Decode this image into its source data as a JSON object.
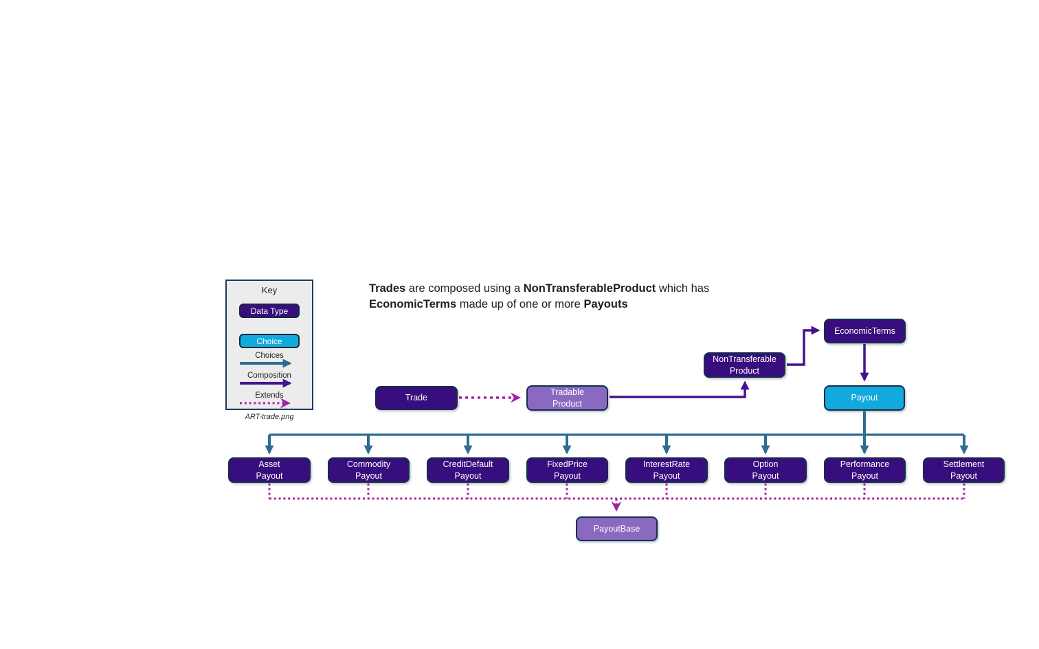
{
  "title": {
    "segments": [
      {
        "text": "Trades"
      },
      {
        "text": " are composed using a "
      },
      {
        "text": "NonTransferableProduct"
      },
      {
        "text": " which has "
      },
      {
        "text": "EconomicTerms"
      },
      {
        "text": " made up of one or more "
      },
      {
        "text": "Payouts"
      }
    ]
  },
  "key": {
    "title": "Key",
    "data_type_label": "Data Type",
    "choice_label": "Choice",
    "choices_label": "Choices",
    "composition_label": "Composition",
    "extends_label": "Extends",
    "caption": "ART-trade.png"
  },
  "colors": {
    "data_type_fill": "#380d7d",
    "choice_fill": "#12aadd",
    "abstract_fill": "#8a69c0",
    "choices_arrow": "#2e6d91",
    "composition_arrow": "#45128c",
    "extends_arrow": "#a8219e",
    "node_border": "#152e4d",
    "key_background": "#ececec"
  },
  "diagram": {
    "nodes": {
      "trade": "Trade",
      "tradable_product": "Tradable\nProduct",
      "non_transferable_product": "NonTransferable\nProduct",
      "economic_terms": "EconomicTerms",
      "payout": "Payout",
      "payout_base": "PayoutBase"
    },
    "payout_types": [
      "Asset\nPayout",
      "Commodity\nPayout",
      "CreditDefault\nPayout",
      "FixedPrice\nPayout",
      "InterestRate\nPayout",
      "Option\nPayout",
      "Performance\nPayout",
      "Settlement\nPayout"
    ]
  }
}
